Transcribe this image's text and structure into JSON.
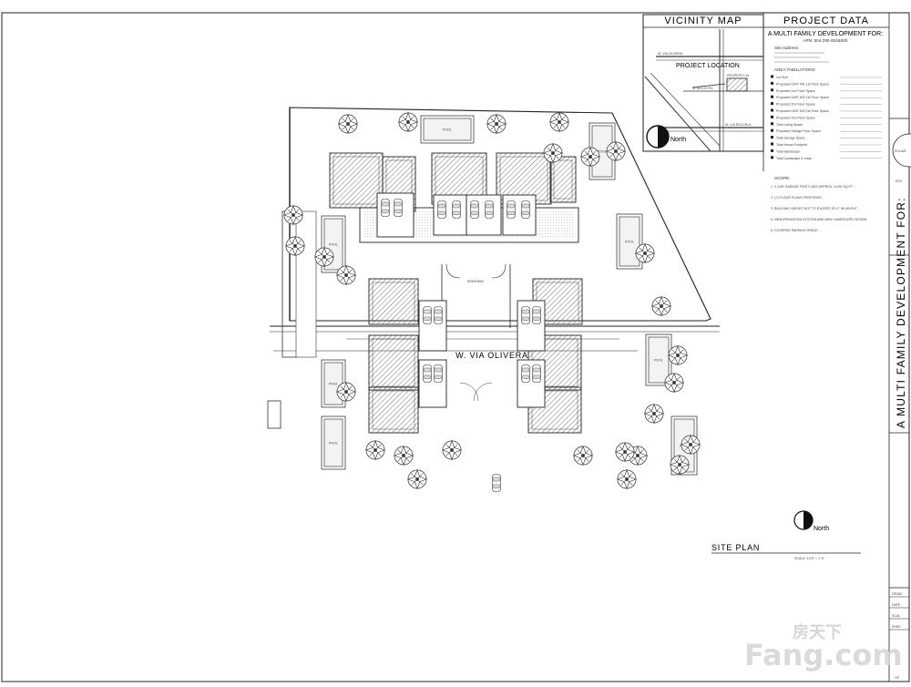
{
  "title_block": {
    "vicinity_title": "VICINITY MAP",
    "project_title": "PROJECT DATA",
    "development_line": "A MULTI FAMILY DEVELOPMENT FOR:",
    "apn_line": "APN: 504-280-004&005",
    "site_address_label": "Site Address:",
    "area_tab_label": "AREA TABULATIONS",
    "scope_label": "SCOPE:",
    "vertical_banner": "A MULTI FAMILY DEVELOPMENT FOR:",
    "stamp_text": "EDUAR",
    "firm_short": "ESC",
    "drawn_label": "DRAW",
    "date_label": "DATE",
    "scale_label": "SCAL",
    "sheet_label": "SHEE",
    "of_label": "OF"
  },
  "vicinity_map": {
    "project_location_label": "PROJECT LOCATION",
    "street_labels": [
      "W. VIA OLIVERA",
      "W. ALEJO RD",
      "W. VIA ESCUELA",
      "PROPERTY #1"
    ],
    "north_label": "North"
  },
  "area_rows": [
    "Lot Size",
    "Proposed UNIT #01 1st Floor Space",
    "Proposed 2nd Floor Space",
    "Proposed UNIT #02 1st Floor Space",
    "Proposed 2nd Floor Space",
    "Proposed UNIT #03 1st Floor Space",
    "Proposed 2nd Floor Space",
    "Total Living Space",
    "Proposed Garage Floor Space",
    "Total Garage Space",
    "Total House Footprint",
    "Total Hardscape",
    "Total Landscape & Lawn"
  ],
  "scope_items": [
    "1. 3 CAR GARAGE FIRST UNIT APPROX. 9,000 SQ.FT. ... & CONC. FLATWORK",
    "2. (?) FLOOR PLANS PROPOSED...",
    "3. BUILDING HEIGHT NOT TO EXCEED 30'-0\" IN HEIGHT",
    "4. NEW IRRIGATION SYSTEM AND NEW LANDSCAPE DESIGN",
    "5. COVERED PARKING SPACE..."
  ],
  "site_plan": {
    "street_label": "W. VIA OLIVERA",
    "plan_title": "SITE PLAN",
    "scale_text": "SCALE: 1/16\" = 1'-0\"",
    "north_label": "North",
    "pool_label": "POOL",
    "driveway_label": "DRIVEWAY"
  },
  "watermark": {
    "brand_cn": "房天下",
    "brand_latin": "Fang.com"
  },
  "colors": {
    "line": "#222222",
    "hatch": "#8a8a8a",
    "watermark": "#d9d9d9"
  }
}
